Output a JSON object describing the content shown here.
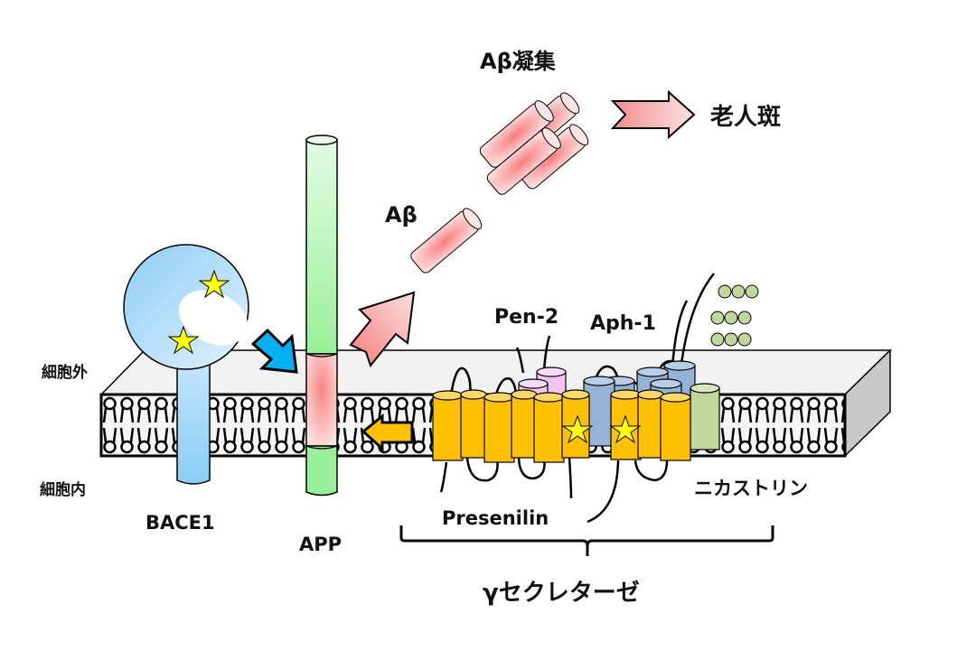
{
  "diagram": {
    "labels": {
      "abeta_aggregate": "Aβ凝集",
      "senile_plaque": "老人斑",
      "abeta": "Aβ",
      "pen2": "Pen-2",
      "aph1": "Aph-1",
      "extracellular": "細胞外",
      "intracellular": "細胞内",
      "bace1": "BACE1",
      "app": "APP",
      "presenilin": "Presenilin",
      "nicastrin": "ニカストリン",
      "gamma_secretase": "γセクレターゼ"
    },
    "colors": {
      "abeta_pink": "#f9a8a8",
      "bace1_blue": "#99d3f7",
      "app_green": "#a6f5a6",
      "app_cleavage_pink": "#f7a3a3",
      "presenilin_orange": "#ffc000",
      "pen2_pink": "#f0c6f0",
      "aph1_blue": "#95b3d7",
      "nicastrin_green": "#c3d69b",
      "arrow_blue": "#00b0f0",
      "arrow_orange": "#ffc000",
      "star_yellow": "#ffff00",
      "membrane_top": "#f2f2f2",
      "membrane_side": "#c8c8c8"
    }
  }
}
